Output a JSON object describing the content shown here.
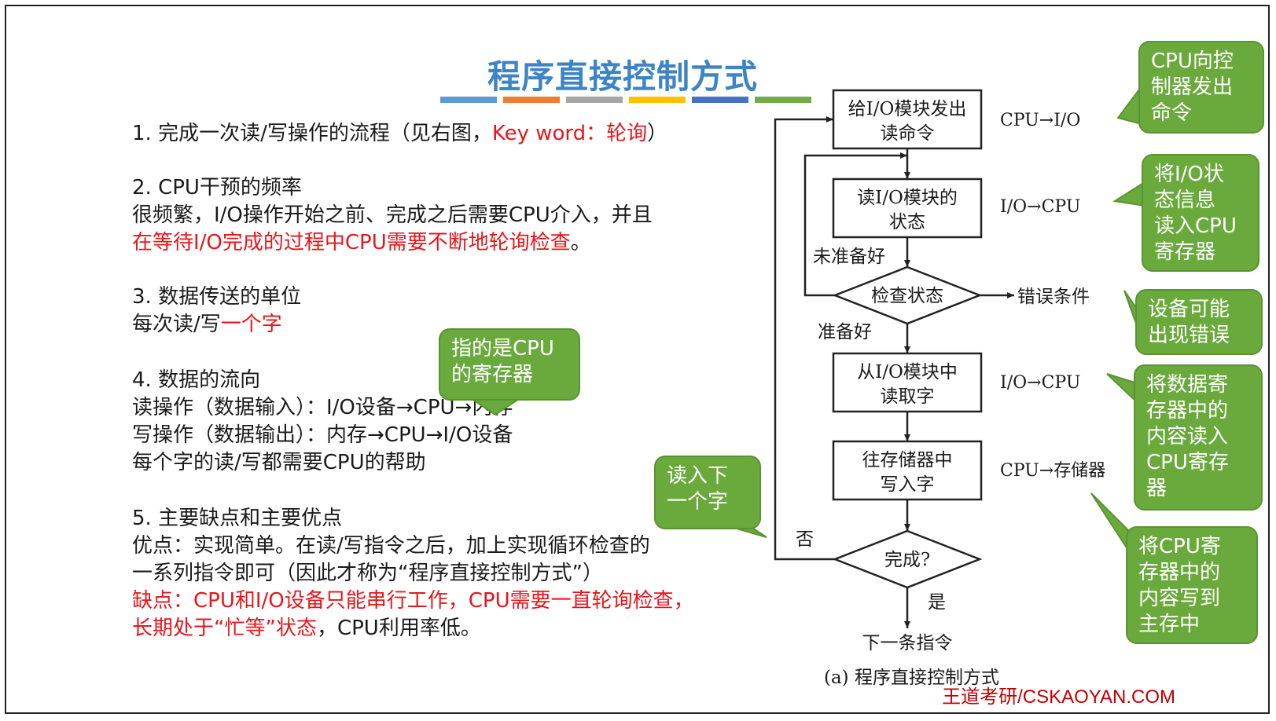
{
  "title": "程序直接控制方式",
  "accent_bars": [
    "#5b9bd5",
    "#ed7d31",
    "#a5a5a5",
    "#ffc000",
    "#4472c4",
    "#70ad47"
  ],
  "sections": {
    "s1": {
      "text": "1. 完成一次读/写操作的流程（见右图，",
      "keyword": "Key word：轮询",
      "tail": "）"
    },
    "s2": {
      "heading": "2. CPU干预的频率",
      "line1": "很频繁，I/O操作开始之前、完成之后需要CPU介入，并且",
      "line2": "在等待I/O完成的过程中CPU需要不断地轮询检查",
      "line2_end": "。"
    },
    "s3": {
      "heading": "3. 数据传送的单位",
      "line_prefix": "每次读/写",
      "line_red": "一个字"
    },
    "s4": {
      "heading": "4. 数据的流向",
      "line1": "读操作（数据输入）：I/O设备→CPU→内存",
      "line2": "写操作（数据输出）：内存→CPU→I/O设备",
      "line3": "每个字的读/写都需要CPU的帮助"
    },
    "s5": {
      "heading": "5. 主要缺点和主要优点",
      "line1": "优点：实现简单。在读/写指令之后，加上实现循环检查的",
      "line2": "一系列指令即可（因此才称为“程序直接控制方式”）",
      "line3": "缺点：CPU和I/O设备只能串行工作，CPU需要一直轮询检查，",
      "line4_red": "长期处于“忙等”状态",
      "line4_tail": "，CPU利用率低。"
    }
  },
  "bubbles": {
    "cpu_register": [
      "指的是CPU",
      "的寄存器"
    ],
    "next_word": [
      "读入下",
      "一个字"
    ],
    "cpu_command": [
      "CPU向控",
      "制器发出",
      "命令"
    ],
    "io_status": [
      "将I/O状",
      "态信息",
      "读入CPU",
      "寄存器"
    ],
    "device_error": [
      "设备可能",
      "出现错误"
    ],
    "data_reg": [
      "将数据寄",
      "存器中的",
      "内容读入",
      "CPU寄存",
      "器"
    ],
    "cpu_reg_write": [
      "将CPU寄",
      "存器中的",
      "内容写到",
      "主存中"
    ]
  },
  "flow": {
    "box1": [
      "给I/O模块发出",
      "读命令"
    ],
    "box2": [
      "读I/O模块的",
      "状态"
    ],
    "diamond1": "检查状态",
    "box3": [
      "从I/O模块中",
      "读取字"
    ],
    "box4": [
      "往存储器中",
      "写入字"
    ],
    "diamond2": "完成?",
    "next": "下一条指令",
    "not_ready": "未准备好",
    "ready": "准备好",
    "error": "错误条件",
    "no": "否",
    "yes": "是",
    "side1": "CPU→I/O",
    "side2": "I/O→CPU",
    "side3": "I/O→CPU",
    "side4": "CPU→存储器",
    "caption": "(a) 程序直接控制方式"
  },
  "watermark": "王道考研/CSKAOYAN.COM"
}
